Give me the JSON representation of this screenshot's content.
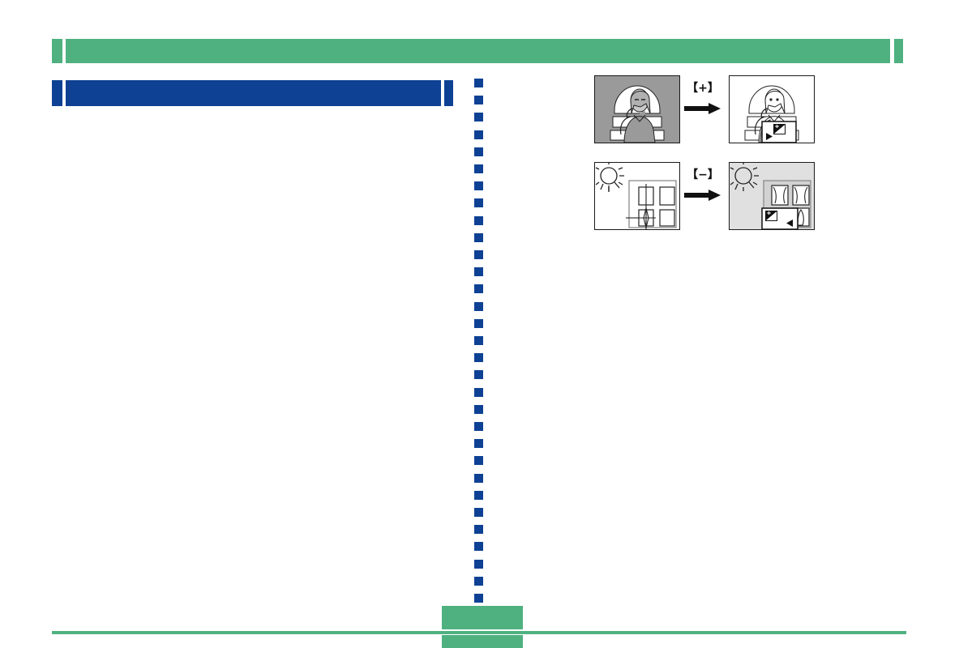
{
  "page": {
    "background_color": "#ffffff",
    "green_accent": "#4fb180",
    "blue_accent": "#0e4194"
  },
  "header": {
    "band_label": "",
    "section_title": ""
  },
  "divider": {
    "style": "dotted-square-column",
    "dot_color": "#0e4194",
    "dot_count": 31
  },
  "body": {
    "paragraphs": []
  },
  "illustrations": {
    "caption": "",
    "rows": [
      {
        "id": "row-plus",
        "operator_label": "【+】",
        "arrow_direction": "right",
        "before": {
          "name": "backlit-portrait-dark",
          "description": "Backlit portrait: subject appears dark against bright arched window"
        },
        "after": {
          "name": "backlit-portrait-brightened",
          "description": "Same scene after positive EV shift: subject correctly exposed",
          "osd_icon": "ev-compensation-icon",
          "osd_cursor": "right-triangle"
        }
      },
      {
        "id": "row-minus",
        "operator_label": "【−】",
        "arrow_direction": "right",
        "before": {
          "name": "sunlit-building-washed-out",
          "description": "Sunlit building under bright sun: windows washed out white"
        },
        "after": {
          "name": "sunlit-building-darkened",
          "description": "Same scene after negative EV shift: window detail restored",
          "osd_icon": "ev-compensation-icon",
          "osd_cursor": "left-triangle"
        }
      }
    ]
  },
  "footer": {
    "page_number": "",
    "rule_color": "#4fb180"
  }
}
